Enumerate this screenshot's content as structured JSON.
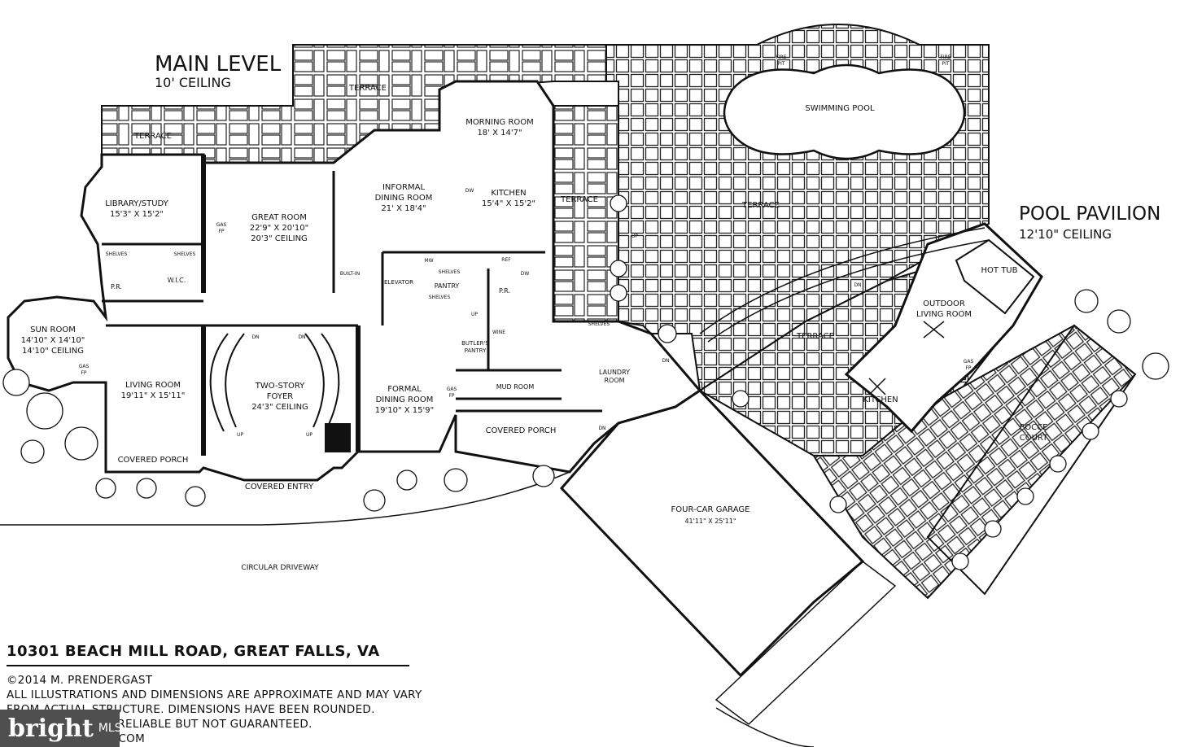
{
  "headings": {
    "main_level": "MAIN LEVEL",
    "main_ceiling": "10' CEILING",
    "pool_pavilion": "POOL PAVILION",
    "pavilion_ceiling": "12'10\" CEILING"
  },
  "rooms": [
    {
      "id": "terrace-top",
      "name": "TERRACE"
    },
    {
      "id": "terrace-left",
      "name": "TERRACE"
    },
    {
      "id": "morning-room",
      "name": "MORNING ROOM",
      "dims": "18' X 14'7\""
    },
    {
      "id": "library",
      "name": "LIBRARY/STUDY",
      "dims": "15'3\" X 15'2\""
    },
    {
      "id": "great-room",
      "name": "GREAT ROOM",
      "dims": "22'9\" X 20'10\"",
      "extra": "20'3\" CEILING"
    },
    {
      "id": "informal-dining",
      "name": "INFORMAL",
      "name2": "DINING ROOM",
      "dims": "21' X 18'4\""
    },
    {
      "id": "kitchen",
      "name": "KITCHEN",
      "dims": "15'4\" X 15'2\""
    },
    {
      "id": "terrace-mid",
      "name": "TERRACE"
    },
    {
      "id": "terrace-pool",
      "name": "TERRACE"
    },
    {
      "id": "swimming-pool",
      "name": "SWIMMING POOL"
    },
    {
      "id": "sun-room",
      "name": "SUN ROOM",
      "dims": "14'10\" X 14'10\"",
      "extra": "14'10\" CEILING"
    },
    {
      "id": "living-room",
      "name": "LIVING ROOM",
      "dims": "19'11\" X 15'11\""
    },
    {
      "id": "two-story-foyer",
      "name": "TWO-STORY",
      "name2": "FOYER",
      "dims": "24'3\" CEILING"
    },
    {
      "id": "formal-dining",
      "name": "FORMAL",
      "name2": "DINING ROOM",
      "dims": "19'10\" X 15'9\""
    },
    {
      "id": "laundry",
      "name": "LAUNDRY",
      "name2": "ROOM"
    },
    {
      "id": "mud-room",
      "name": "MUD ROOM"
    },
    {
      "id": "covered-porch-right",
      "name": "COVERED PORCH"
    },
    {
      "id": "covered-porch-left",
      "name": "COVERED PORCH"
    },
    {
      "id": "covered-entry",
      "name": "COVERED ENTRY"
    },
    {
      "id": "circular-driveway",
      "name": "CIRCULAR DRIVEWAY"
    },
    {
      "id": "four-car-garage",
      "name": "FOUR-CAR GARAGE",
      "dims": "41'11\" X 25'11\""
    },
    {
      "id": "terrace-lower",
      "name": "TERRACE"
    },
    {
      "id": "outdoor-living",
      "name": "OUTDOOR",
      "name2": "LIVING ROOM"
    },
    {
      "id": "outdoor-kitchen",
      "name": "KITCHEN"
    },
    {
      "id": "hot-tub",
      "name": "HOT TUB"
    },
    {
      "id": "bocce",
      "name": "BOCCE",
      "name2": "COURT"
    },
    {
      "id": "elevator",
      "name": "ELEVATOR"
    },
    {
      "id": "pantry",
      "name": "PANTRY"
    },
    {
      "id": "butlers-pantry",
      "name": "BUTLER'S",
      "name2": "PANTRY"
    },
    {
      "id": "pr-left",
      "name": "P.R."
    },
    {
      "id": "pr-right",
      "name": "P.R."
    },
    {
      "id": "wic",
      "name": "W.I.C."
    }
  ],
  "small_labels": {
    "shelves": "SHELVES",
    "gas_fp_1": "GAS",
    "gas_fp_2": "FP",
    "dn": "DN",
    "up": "UP",
    "dw": "DW",
    "mw": "MW",
    "ref": "REF",
    "wine": "WINE",
    "built_in": "BUILT-IN",
    "fire_pit": "FIRE",
    "fire_pit2": "PIT"
  },
  "footer": {
    "address": "10301 BEACH MILL ROAD, GREAT FALLS, VA",
    "copyright": "©2014 M. PRENDERGAST",
    "disclaimer_1": "ALL ILLUSTRATIONS AND DIMENSIONS ARE APPROXIMATE AND MAY VARY",
    "disclaimer_2": "FROM ACTUAL STRUCTURE. DIMENSIONS HAVE BEEN ROUNDED.",
    "disclaimer_3": "                  EEMED RELIABLE BUT NOT GUARANTEED.",
    "disclaimer_4": "                  PRINTS.COM"
  },
  "watermark": {
    "word": "bright",
    "suffix": "MLS"
  }
}
